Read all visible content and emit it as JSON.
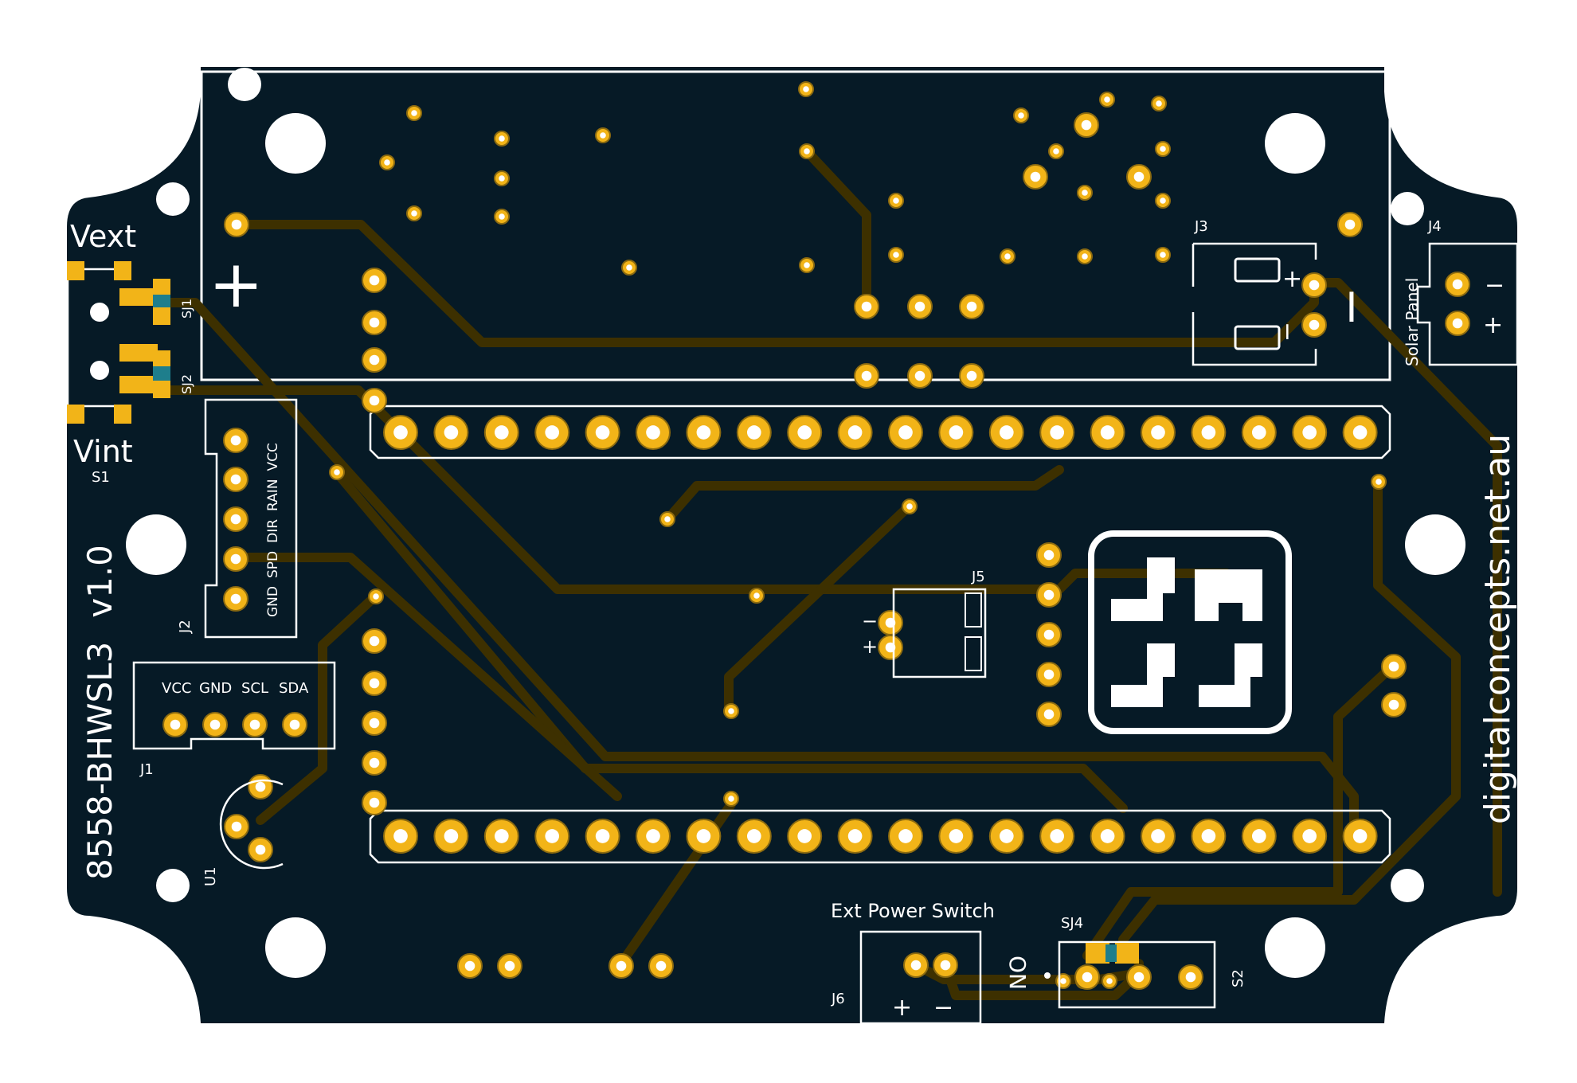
{
  "board": {
    "part_number": "8558-BHWSL3",
    "version": "v1.0",
    "website": "digitalconcepts.net.au"
  },
  "labels": {
    "vext": "Vext",
    "vint": "Vint",
    "s1": "S1",
    "sj1": "SJ1",
    "sj2": "SJ2",
    "j1": "J1",
    "j1_pins": [
      "VCC",
      "GND",
      "SCL",
      "SDA"
    ],
    "j2": "J2",
    "j2_pins": [
      "GND",
      "SPD",
      "DIR",
      "RAIN",
      "VCC"
    ],
    "j3": "J3",
    "j4": "J4",
    "j5": "J5",
    "j6": "J6",
    "u1": "U1",
    "sj4": "SJ4",
    "s2": "S2",
    "solar_panel": "Solar Panel",
    "ext_power_switch": "Ext Power Switch",
    "on": "ON",
    "plus": "+",
    "minus": "−"
  },
  "colors": {
    "board": "#061a26",
    "pad": "#f2b418",
    "pad_ring": "#8b6a10",
    "trace": "#3d3000",
    "silk": "#ffffff",
    "hole": "#ffffff",
    "pad_teal": "#1e7e8c"
  }
}
